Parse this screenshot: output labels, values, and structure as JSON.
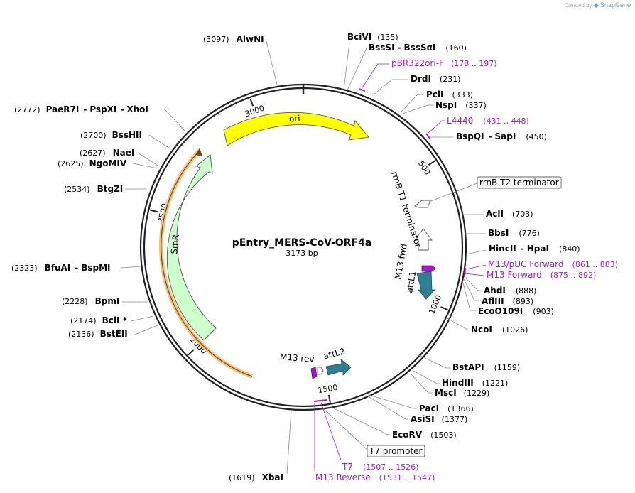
{
  "plasmid": {
    "name": "pEntry_MERS-CoV-ORF4a",
    "length_label": "3173 bp",
    "length": 3173
  },
  "watermark": {
    "prefix": "Created by",
    "brand": "SnapGene"
  },
  "colors": {
    "backbone": "#222222",
    "primer": "#a21bd1",
    "ori": "#ffff00",
    "smr": "#ccffcc",
    "attL": "#2e7f92",
    "smr_highlight": "#f6c27a"
  },
  "ticks": [
    {
      "pos": 500,
      "label": "500"
    },
    {
      "pos": 1000,
      "label": "1000"
    },
    {
      "pos": 1500,
      "label": "1500"
    },
    {
      "pos": 2000,
      "label": "2000"
    },
    {
      "pos": 2500,
      "label": "2500"
    },
    {
      "pos": 3000,
      "label": "3000"
    }
  ],
  "features": [
    {
      "id": "ori",
      "label": "ori",
      "color": "#ffff00"
    },
    {
      "id": "smr",
      "label": "SmR",
      "color": "#ccffcc"
    },
    {
      "id": "rrnb-t1",
      "label": "rrnB T1 terminator",
      "color": "#ffffff"
    },
    {
      "id": "rrnb-t2",
      "label": "rrnB T2 terminator",
      "color": "#ffffff"
    },
    {
      "id": "m13-fwd",
      "label": "M13 fwd",
      "color": "#a21bd1"
    },
    {
      "id": "attl1",
      "label": "attL1",
      "color": "#2e7f92"
    },
    {
      "id": "attl2",
      "label": "attL2",
      "color": "#2e7f92"
    },
    {
      "id": "m13-rev",
      "label": "M13 rev",
      "color": "#a21bd1"
    },
    {
      "id": "t7-promoter",
      "label": "T7 promoter",
      "color": "#ffffff"
    }
  ],
  "sites": [
    {
      "name": "BciVI",
      "pos": "(135)"
    },
    {
      "name": "BssSI",
      "name2": "BssSαI",
      "pos": "(160)"
    },
    {
      "name": "DrdI",
      "pos": "(231)"
    },
    {
      "name": "PciI",
      "pos": "(333)"
    },
    {
      "name": "NspI",
      "pos": "(337)"
    },
    {
      "name": "BspQI",
      "name2": "SapI",
      "pos": "(450)"
    },
    {
      "name": "AclI",
      "pos": "(703)"
    },
    {
      "name": "BbsI",
      "pos": "(776)"
    },
    {
      "name": "HincII",
      "name2": "HpaI",
      "pos": "(840)"
    },
    {
      "name": "AhdI",
      "pos": "(888)"
    },
    {
      "name": "AflIII",
      "pos": "(893)"
    },
    {
      "name": "EcoO109I",
      "pos": "(903)"
    },
    {
      "name": "NcoI",
      "pos": "(1026)"
    },
    {
      "name": "BstAPI",
      "pos": "(1159)"
    },
    {
      "name": "HindIII",
      "pos": "(1221)"
    },
    {
      "name": "MscI",
      "pos": "(1229)"
    },
    {
      "name": "PacI",
      "pos": "(1366)"
    },
    {
      "name": "AsiSI",
      "pos": "(1377)"
    },
    {
      "name": "EcoRV",
      "pos": "(1503)"
    },
    {
      "name": "XbaI",
      "pos": "(1619)"
    },
    {
      "name": "BstEII",
      "pos": "(2136)"
    },
    {
      "name": "BclI *",
      "pos": "(2174)"
    },
    {
      "name": "BpmI",
      "pos": "(2228)"
    },
    {
      "name": "BfuAI",
      "name2": "BspMI",
      "pos": "(2323)"
    },
    {
      "name": "BtgZI",
      "pos": "(2534)"
    },
    {
      "name": "NgoMIV",
      "pos": "(2625)"
    },
    {
      "name": "NaeI",
      "pos": "(2627)"
    },
    {
      "name": "BssHII",
      "pos": "(2700)"
    },
    {
      "name": "PaeR7I",
      "name2": "PspXI",
      "name3": "XhoI",
      "pos": "(2772)"
    },
    {
      "name": "AlwNI",
      "pos": "(3097)"
    }
  ],
  "primers": [
    {
      "name": "pBR322ori-F",
      "range": "(178 .. 197)"
    },
    {
      "name": "L4440",
      "range": "(431 .. 448)"
    },
    {
      "name": "M13/pUC Forward",
      "range": "(861 .. 883)"
    },
    {
      "name": "M13 Forward",
      "range": "(875 .. 892)"
    },
    {
      "name": "T7",
      "range": "(1507 .. 1526)"
    },
    {
      "name": "M13 Reverse",
      "range": "(1531 .. 1547)"
    }
  ]
}
